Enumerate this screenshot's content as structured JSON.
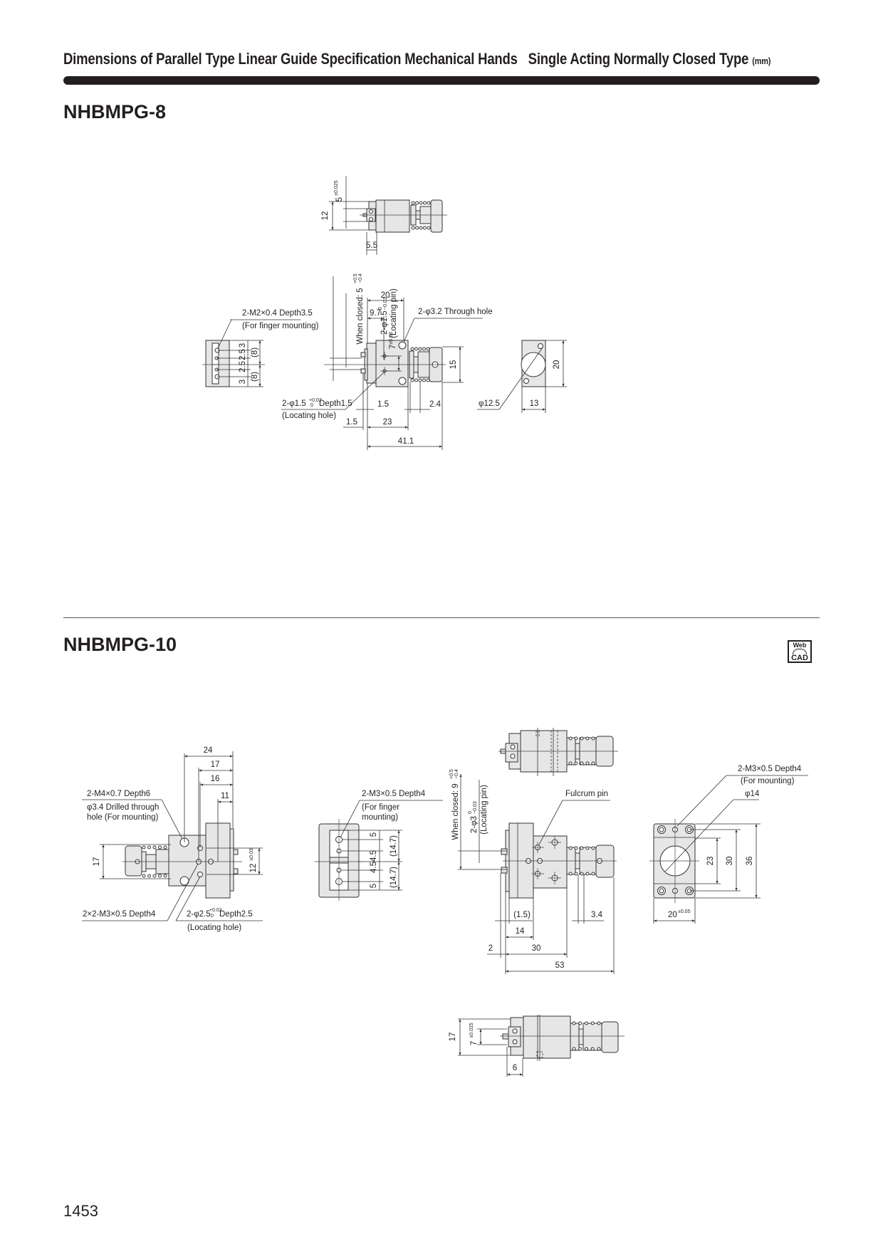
{
  "header": {
    "title": "Dimensions of Parallel Type Linear Guide Specification Mechanical Hands   Single Acting Normally Closed Type",
    "unit": "(mm)"
  },
  "nhbmpg8": {
    "model": "NHBMPG-8",
    "top_view": {
      "height": "12",
      "pin_pitch": "5",
      "pin_pitch_tol": "±0.025",
      "offset": "5.5"
    },
    "front_view": {
      "when_closed": "When closed: 5",
      "when_closed_tol_upper": "+0.5",
      "when_closed_tol_lower": "−0.4",
      "locating_pin": "2-φ1.5",
      "locating_pin_tol_upper": "0",
      "locating_pin_tol_lower": "−0.03",
      "locating_pin_note": "(Locating pin)",
      "width_20": "20",
      "dim_9_7": "9.7",
      "through_hole": "2-φ3.2 Through hole",
      "pitch_7": "7",
      "pitch_7_tol": "±0.03",
      "height_15": "15",
      "locating_hole": "2-φ1.5",
      "locating_hole_tol_upper": "+0.02",
      "locating_hole_tol_lower": "0",
      "locating_hole_depth": " Depth1.5",
      "locating_hole_note": "(Locating hole)",
      "dim_1_5a": "1.5",
      "dim_2_4": "2.4",
      "dim_1_5b": "1.5",
      "dim_23": "23",
      "dim_41_1": "41.1"
    },
    "finger_view": {
      "thread": "2-M2×0.4 Depth3.5",
      "thread_note": "(For finger mounting)",
      "pitches": [
        "3",
        "2.5",
        "2.5",
        "3"
      ],
      "halves": [
        "(8)",
        "(8)"
      ]
    },
    "end_view": {
      "bore": "φ12.5",
      "width": "13",
      "height": "20"
    }
  },
  "nhbmpg10": {
    "model": "NHBMPG-10",
    "webcad": {
      "line1": "Web",
      "line2": "CAD"
    },
    "side_view": {
      "dims": [
        "24",
        "17",
        "16",
        "11"
      ],
      "thread": "2-M4×0.7 Depth6",
      "drill": "φ3.4 Drilled through",
      "drill_note": "hole (For mounting)",
      "height_17": "17",
      "pitch_12": "12",
      "pitch_12_tol": "±0.03",
      "thread2": "2×2-M3×0.5 Depth4",
      "locating_hole": "2-φ2.5",
      "locating_hole_tol_upper": "+0.02",
      "locating_hole_tol_lower": "0",
      "locating_hole_depth": " Depth2.5",
      "locating_hole_note": "(Locating hole)"
    },
    "finger_view": {
      "thread": "2-M3×0.5 Depth4",
      "note1": "(For finger",
      "note2": "mounting)",
      "pitches": [
        "5",
        "4.5",
        "4.5",
        "5"
      ],
      "halves": [
        "(14.7)",
        "(14.7)"
      ]
    },
    "front_view": {
      "when_closed": "When closed: 9",
      "when_closed_tol_upper": "+0.5",
      "when_closed_tol_lower": "−0.4",
      "locating_pin": "2-φ3",
      "locating_pin_tol_upper": "0",
      "locating_pin_tol_lower": "−0.03",
      "locating_pin_note": "(Locating pin)",
      "fulcrum": "Fulcrum pin",
      "dim_1_5": "(1.5)",
      "dim_3_4": "3.4",
      "dim_14": "14",
      "dim_2": "2",
      "dim_30": "30",
      "dim_53": "53"
    },
    "end_view": {
      "thread": "2-M3×0.5 Depth4",
      "thread_note": "(For mounting)",
      "bore": "φ14",
      "dim_23": "23",
      "dim_30": "30",
      "dim_36": "36",
      "width": "20",
      "width_tol": "±0.05"
    },
    "bottom_view": {
      "height": "17",
      "pitch": "7",
      "pitch_tol": "±0.025",
      "offset": "6"
    }
  },
  "page_number": "1453",
  "colors": {
    "ink": "#231f20",
    "body_fill": "#e6e6e6"
  }
}
